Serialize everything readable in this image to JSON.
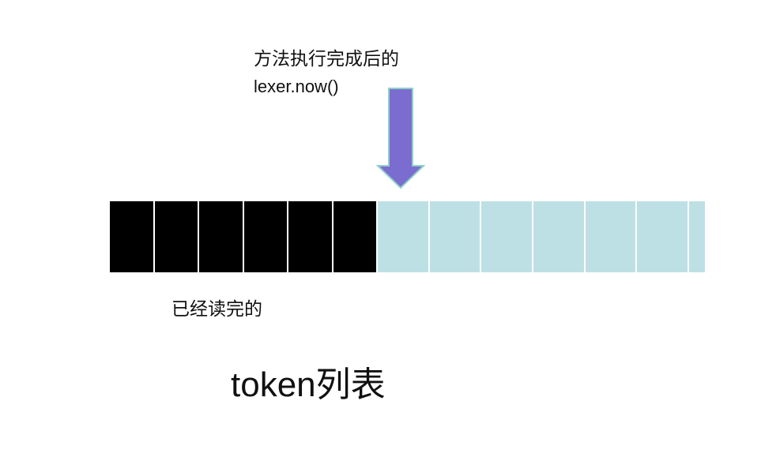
{
  "pointer": {
    "line1": "方法执行完成后的",
    "line2": "lexer.now()"
  },
  "consumed_label": "已经读完的",
  "list_label": "token列表",
  "tokens": {
    "read_count": 6,
    "unread_count": 7
  },
  "colors": {
    "read_cell": "#000000",
    "unread_cell": "#bde0e5",
    "cell_divider": "#ffffff",
    "arrow_fill": "#7b6ccf",
    "arrow_stroke": "#8fd0c8"
  }
}
